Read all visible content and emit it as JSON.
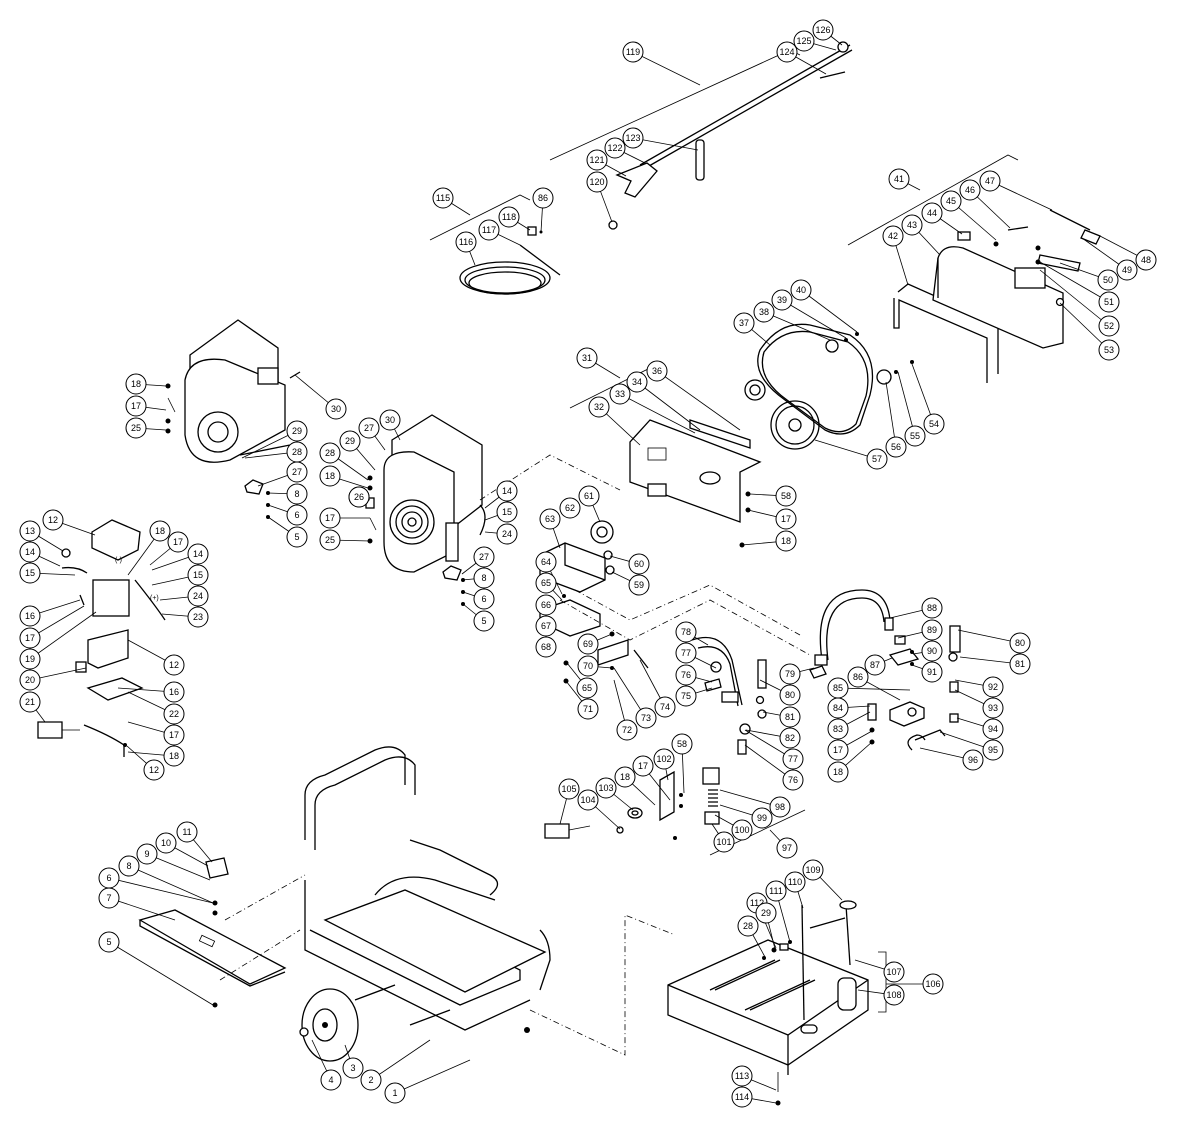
{
  "diagram": {
    "type": "exploded-parts-view",
    "callouts": [
      "1",
      "2",
      "3",
      "4",
      "5",
      "6",
      "7",
      "8",
      "9",
      "10",
      "11",
      "12",
      "13",
      "14",
      "15",
      "16",
      "17",
      "18",
      "19",
      "20",
      "21",
      "22",
      "23",
      "24",
      "25",
      "26",
      "27",
      "28",
      "29",
      "30",
      "31",
      "32",
      "33",
      "34",
      "36",
      "37",
      "38",
      "39",
      "40",
      "41",
      "42",
      "43",
      "44",
      "45",
      "46",
      "47",
      "48",
      "49",
      "50",
      "51",
      "52",
      "53",
      "54",
      "55",
      "56",
      "57",
      "58",
      "59",
      "60",
      "61",
      "62",
      "63",
      "64",
      "65",
      "66",
      "67",
      "68",
      "69",
      "70",
      "71",
      "72",
      "73",
      "74",
      "75",
      "76",
      "77",
      "78",
      "79",
      "80",
      "81",
      "82",
      "83",
      "84",
      "85",
      "86",
      "87",
      "88",
      "89",
      "90",
      "91",
      "92",
      "93",
      "94",
      "95",
      "96",
      "97",
      "98",
      "99",
      "100",
      "101",
      "102",
      "103",
      "104",
      "105",
      "106",
      "107",
      "108",
      "109",
      "110",
      "111",
      "112",
      "113",
      "114",
      "115",
      "116",
      "117",
      "118",
      "119",
      "120",
      "121",
      "122",
      "123",
      "124",
      "125",
      "126"
    ],
    "battery_polarity": {
      "negative": "(-)",
      "positive": "(+)"
    }
  }
}
